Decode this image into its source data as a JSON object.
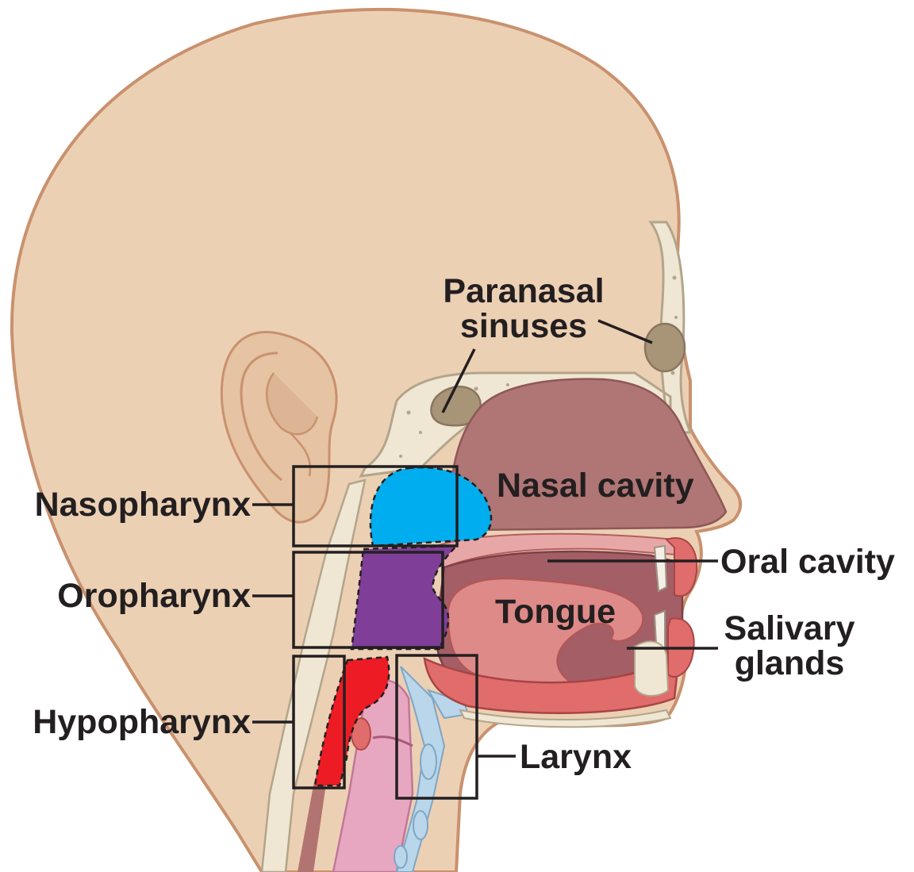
{
  "labels": {
    "paranasal_line1": "Paranasal",
    "paranasal_line2": "sinuses",
    "nasal_cavity": "Nasal cavity",
    "nasopharynx": "Nasopharynx",
    "oropharynx": "Oropharynx",
    "oral_cavity": "Oral cavity",
    "tongue": "Tongue",
    "salivary_line1": "Salivary",
    "salivary_line2": "glands",
    "hypopharynx": "Hypopharynx",
    "larynx": "Larynx"
  },
  "colors": {
    "skin": "#ecd0b4",
    "skin_outline": "#c9916e",
    "ear_shade": "#dcb595",
    "bone": "#efe6d4",
    "sinus": "#a89477",
    "nasal_cavity": "#b07575",
    "mouth_interior": "#a35e66",
    "tongue": "#de8a88",
    "lip": "#e06c6c",
    "nasopharynx": "#00aeef",
    "oropharynx": "#7f3f98",
    "hypopharynx": "#ed1c24",
    "airway": "#e8a7c0",
    "spine": "#b27470",
    "cartilage": "#b9d6ea",
    "text": "#231f20"
  }
}
